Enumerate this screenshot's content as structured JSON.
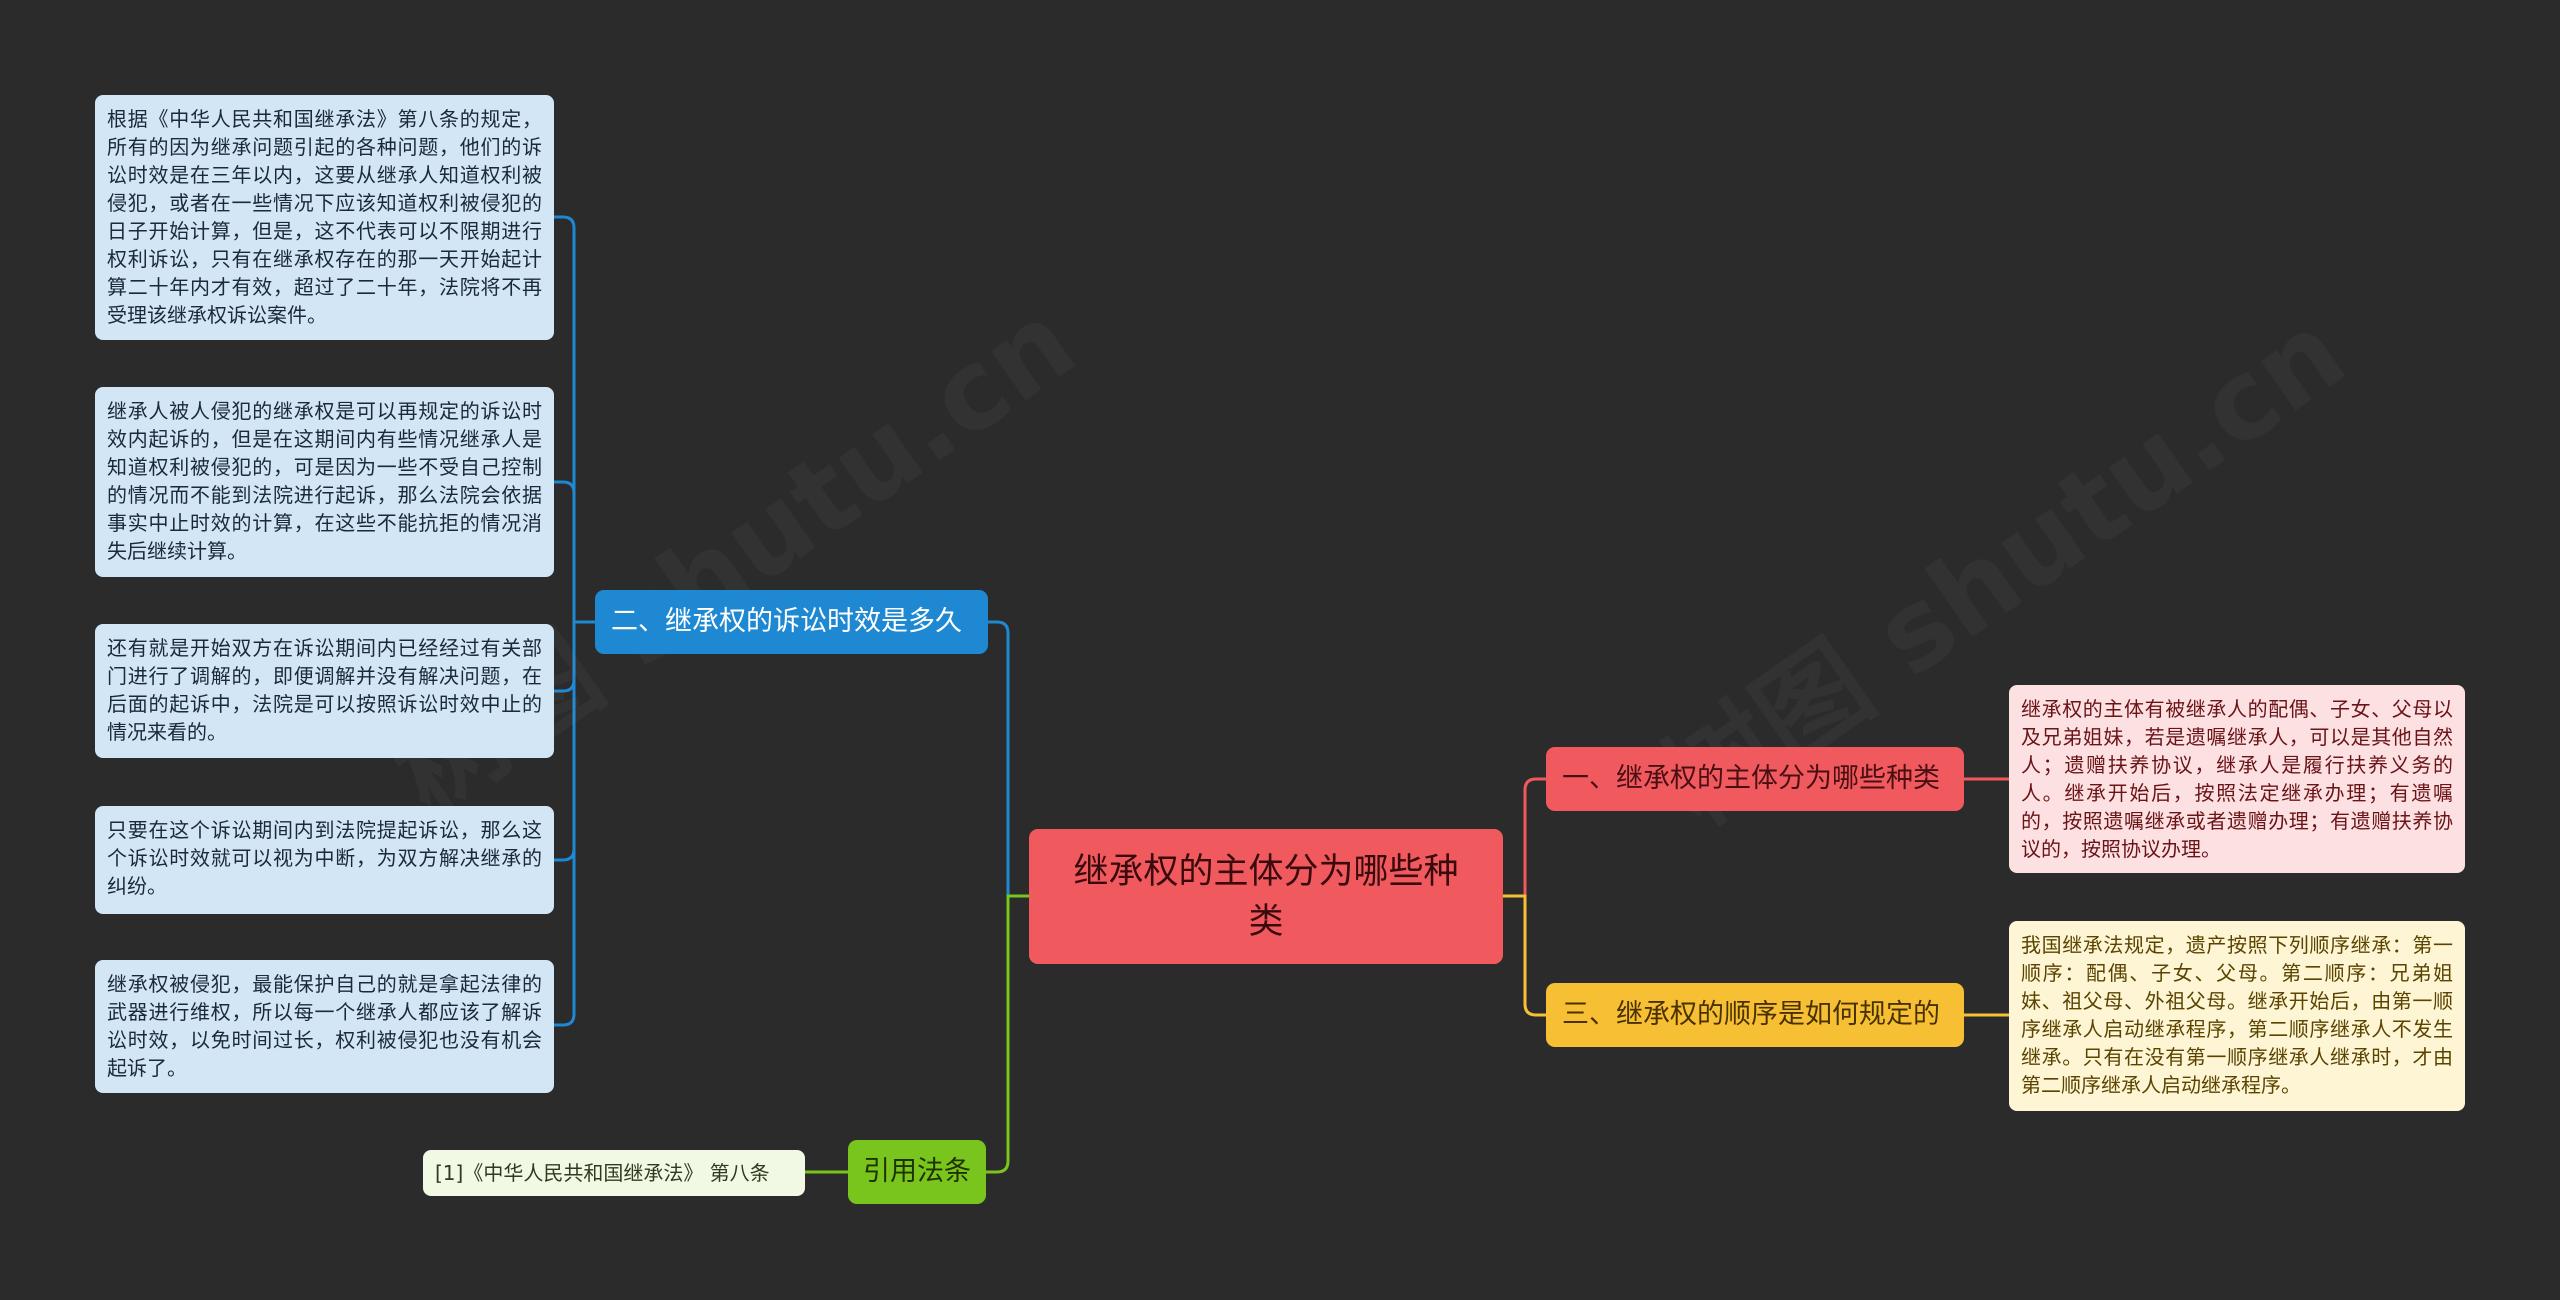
{
  "central": {
    "title": "继承权的主体分为哪些种类"
  },
  "branches": {
    "subject_types": {
      "label": "一、继承权的主体分为哪些种类",
      "color": "#f05a5f"
    },
    "limitation": {
      "label": "二、继承权的诉讼时效是多久",
      "color": "#1e88d2"
    },
    "order": {
      "label": "三、继承权的顺序是如何规定的",
      "color": "#f7c034"
    },
    "citation": {
      "label": "引用法条",
      "color": "#7ac41e"
    }
  },
  "leaves": {
    "subject_types_detail": "继承权的主体有被继承人的配偶、子女、父母以及兄弟姐妹，若是遗嘱继承人，可以是其他自然人；遗赠扶养协议，继承人是履行扶养义务的人。继承开始后，按照法定继承办理；有遗嘱的，按照遗嘱继承或者遗赠办理；有遗赠扶养协议的，按照协议办理。",
    "order_detail": "我国继承法规定，遗产按照下列顺序继承：第一顺序：配偶、子女、父母。第二顺序：兄弟姐妹、祖父母、外祖父母。继承开始后，由第一顺序继承人启动继承程序，第二顺序继承人不发生继承。只有在没有第一顺序继承人继承时，才由第二顺序继承人启动继承程序。",
    "limitation_1": "根据《中华人民共和国继承法》第八条的规定，所有的因为继承问题引起的各种问题，他们的诉讼时效是在三年以内，这要从继承人知道权利被侵犯，或者在一些情况下应该知道权利被侵犯的日子开始计算，但是，这不代表可以不限期进行权利诉讼，只有在继承权存在的那一天开始起计算二十年内才有效，超过了二十年，法院将不再受理该继承权诉讼案件。",
    "limitation_2": "继承人被人侵犯的继承权是可以再规定的诉讼时效内起诉的，但是在这期间内有些情况继承人是知道权利被侵犯的，可是因为一些不受自己控制的情况而不能到法院进行起诉，那么法院会依据事实中止时效的计算，在这些不能抗拒的情况消失后继续计算。",
    "limitation_3": "还有就是开始双方在诉讼期间内已经经过有关部门进行了调解的，即便调解并没有解决问题，在后面的起诉中，法院是可以按照诉讼时效中止的情况来看的。",
    "limitation_4": "只要在这个诉讼期间内到法院提起诉讼，那么这个诉讼时效就可以视为中断，为双方解决继承的纠纷。",
    "limitation_5": "继承权被侵犯，最能保护自己的就是拿起法律的武器进行维权，所以每一个继承人都应该了解诉讼时效，以免时间过长，权利被侵犯也没有机会起诉了。",
    "citation_1": "[1]《中华人民共和国继承法》 第八条"
  },
  "colors": {
    "background": "#2b2b2b",
    "red": "#f05a5f",
    "blue": "#1e88d2",
    "yellow": "#f7c034",
    "green": "#7ac41e"
  }
}
